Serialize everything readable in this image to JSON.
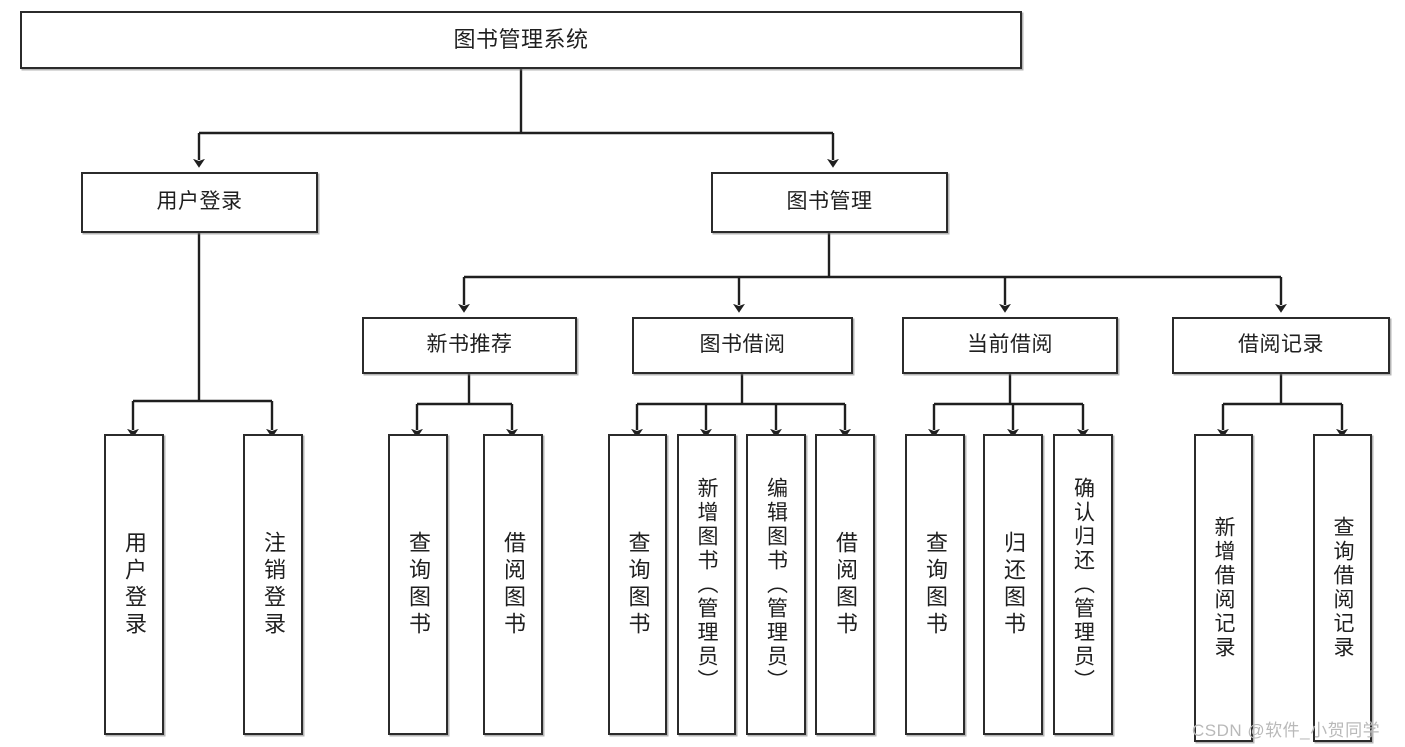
{
  "diagram": {
    "type": "tree-hierarchy",
    "title": "图书管理系统",
    "orientation": "top-down",
    "colors": {
      "box_border": "#2b2b2b",
      "box_fill": "#ffffff",
      "connector": "#1f1f1f",
      "watermark": "#b9b9b9",
      "page_background": "#ffffff"
    },
    "nodes": {
      "root": {
        "label": "图书管理系统"
      },
      "level2": [
        {
          "label": "用户登录"
        },
        {
          "label": "图书管理"
        }
      ],
      "level3": [
        {
          "label": "新书推荐"
        },
        {
          "label": "图书借阅"
        },
        {
          "label": "当前借阅"
        },
        {
          "label": "借阅记录"
        }
      ],
      "leaves": {
        "user_login": [
          {
            "label": "用户登录"
          },
          {
            "label": "注销登录"
          }
        ],
        "new_book_recommend": [
          {
            "label": "查询图书"
          },
          {
            "label": "借阅图书"
          }
        ],
        "book_borrow": [
          {
            "label": "查询图书"
          },
          {
            "label": "新增图书（管理员）"
          },
          {
            "label": "编辑图书（管理员）"
          },
          {
            "label": "借阅图书"
          }
        ],
        "current_borrow": [
          {
            "label": "查询图书"
          },
          {
            "label": "归还图书"
          },
          {
            "label": "确认归还（管理员）"
          }
        ],
        "borrow_record": [
          {
            "label": "新增借阅记录"
          },
          {
            "label": "查询借阅记录"
          }
        ]
      }
    },
    "watermark": "CSDN @软件_小贺同学"
  }
}
